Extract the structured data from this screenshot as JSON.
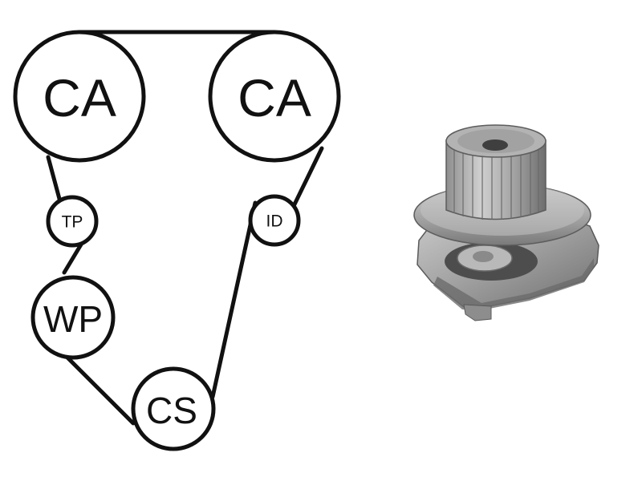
{
  "diagram": {
    "pulleys": [
      {
        "id": "cam-left",
        "label": "CA"
      },
      {
        "id": "cam-right",
        "label": "CA"
      },
      {
        "id": "tensioner",
        "label": "TP"
      },
      {
        "id": "idler",
        "label": "ID"
      },
      {
        "id": "water-pump",
        "label": "WP"
      },
      {
        "id": "crankshaft",
        "label": "CS"
      }
    ]
  },
  "product": {
    "icon": "water-pump-icon"
  }
}
